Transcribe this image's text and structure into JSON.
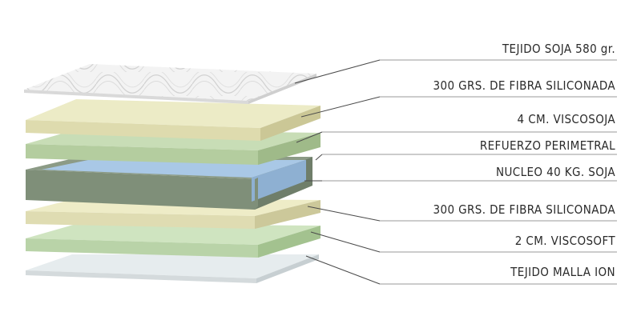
{
  "diagram": {
    "layers": [
      {
        "label": "TEJIDO SOJA 580 gr.",
        "color_top": "#f3f3f3",
        "color_side": "#d9d9d9",
        "pattern": "swirl-quilting"
      },
      {
        "label": "300 GRS. DE FIBRA SILICONADA",
        "color_top": "#ecebc6",
        "color_side": "#d4d2a4"
      },
      {
        "label": "4 CM. VISCOSOJA",
        "color_top": "#c8ddb6",
        "color_side": "#a9c395"
      },
      {
        "label": "REFUERZO PERIMETRAL",
        "color_top": "#8c9b86",
        "color_side": "#6f7e6a"
      },
      {
        "label": "NUCLEO 40 KG. SOJA",
        "color_top": "#a9c8e6",
        "color_side": "#8eb0d2"
      },
      {
        "label": "300 GRS. DE FIBRA SILICONADA",
        "color_top": "#eeecc7",
        "color_side": "#d6d3a6"
      },
      {
        "label": "2 CM. VISCOSOFT",
        "color_top": "#cfe4c0",
        "color_side": "#aecb9c"
      },
      {
        "label": "TEJIDO MALLA ION",
        "color_top": "#eef3f4",
        "color_side": "#d4dadc"
      }
    ],
    "leader_line_color": "#4a4a4a",
    "separator_line_color": "#9a9a9a"
  }
}
